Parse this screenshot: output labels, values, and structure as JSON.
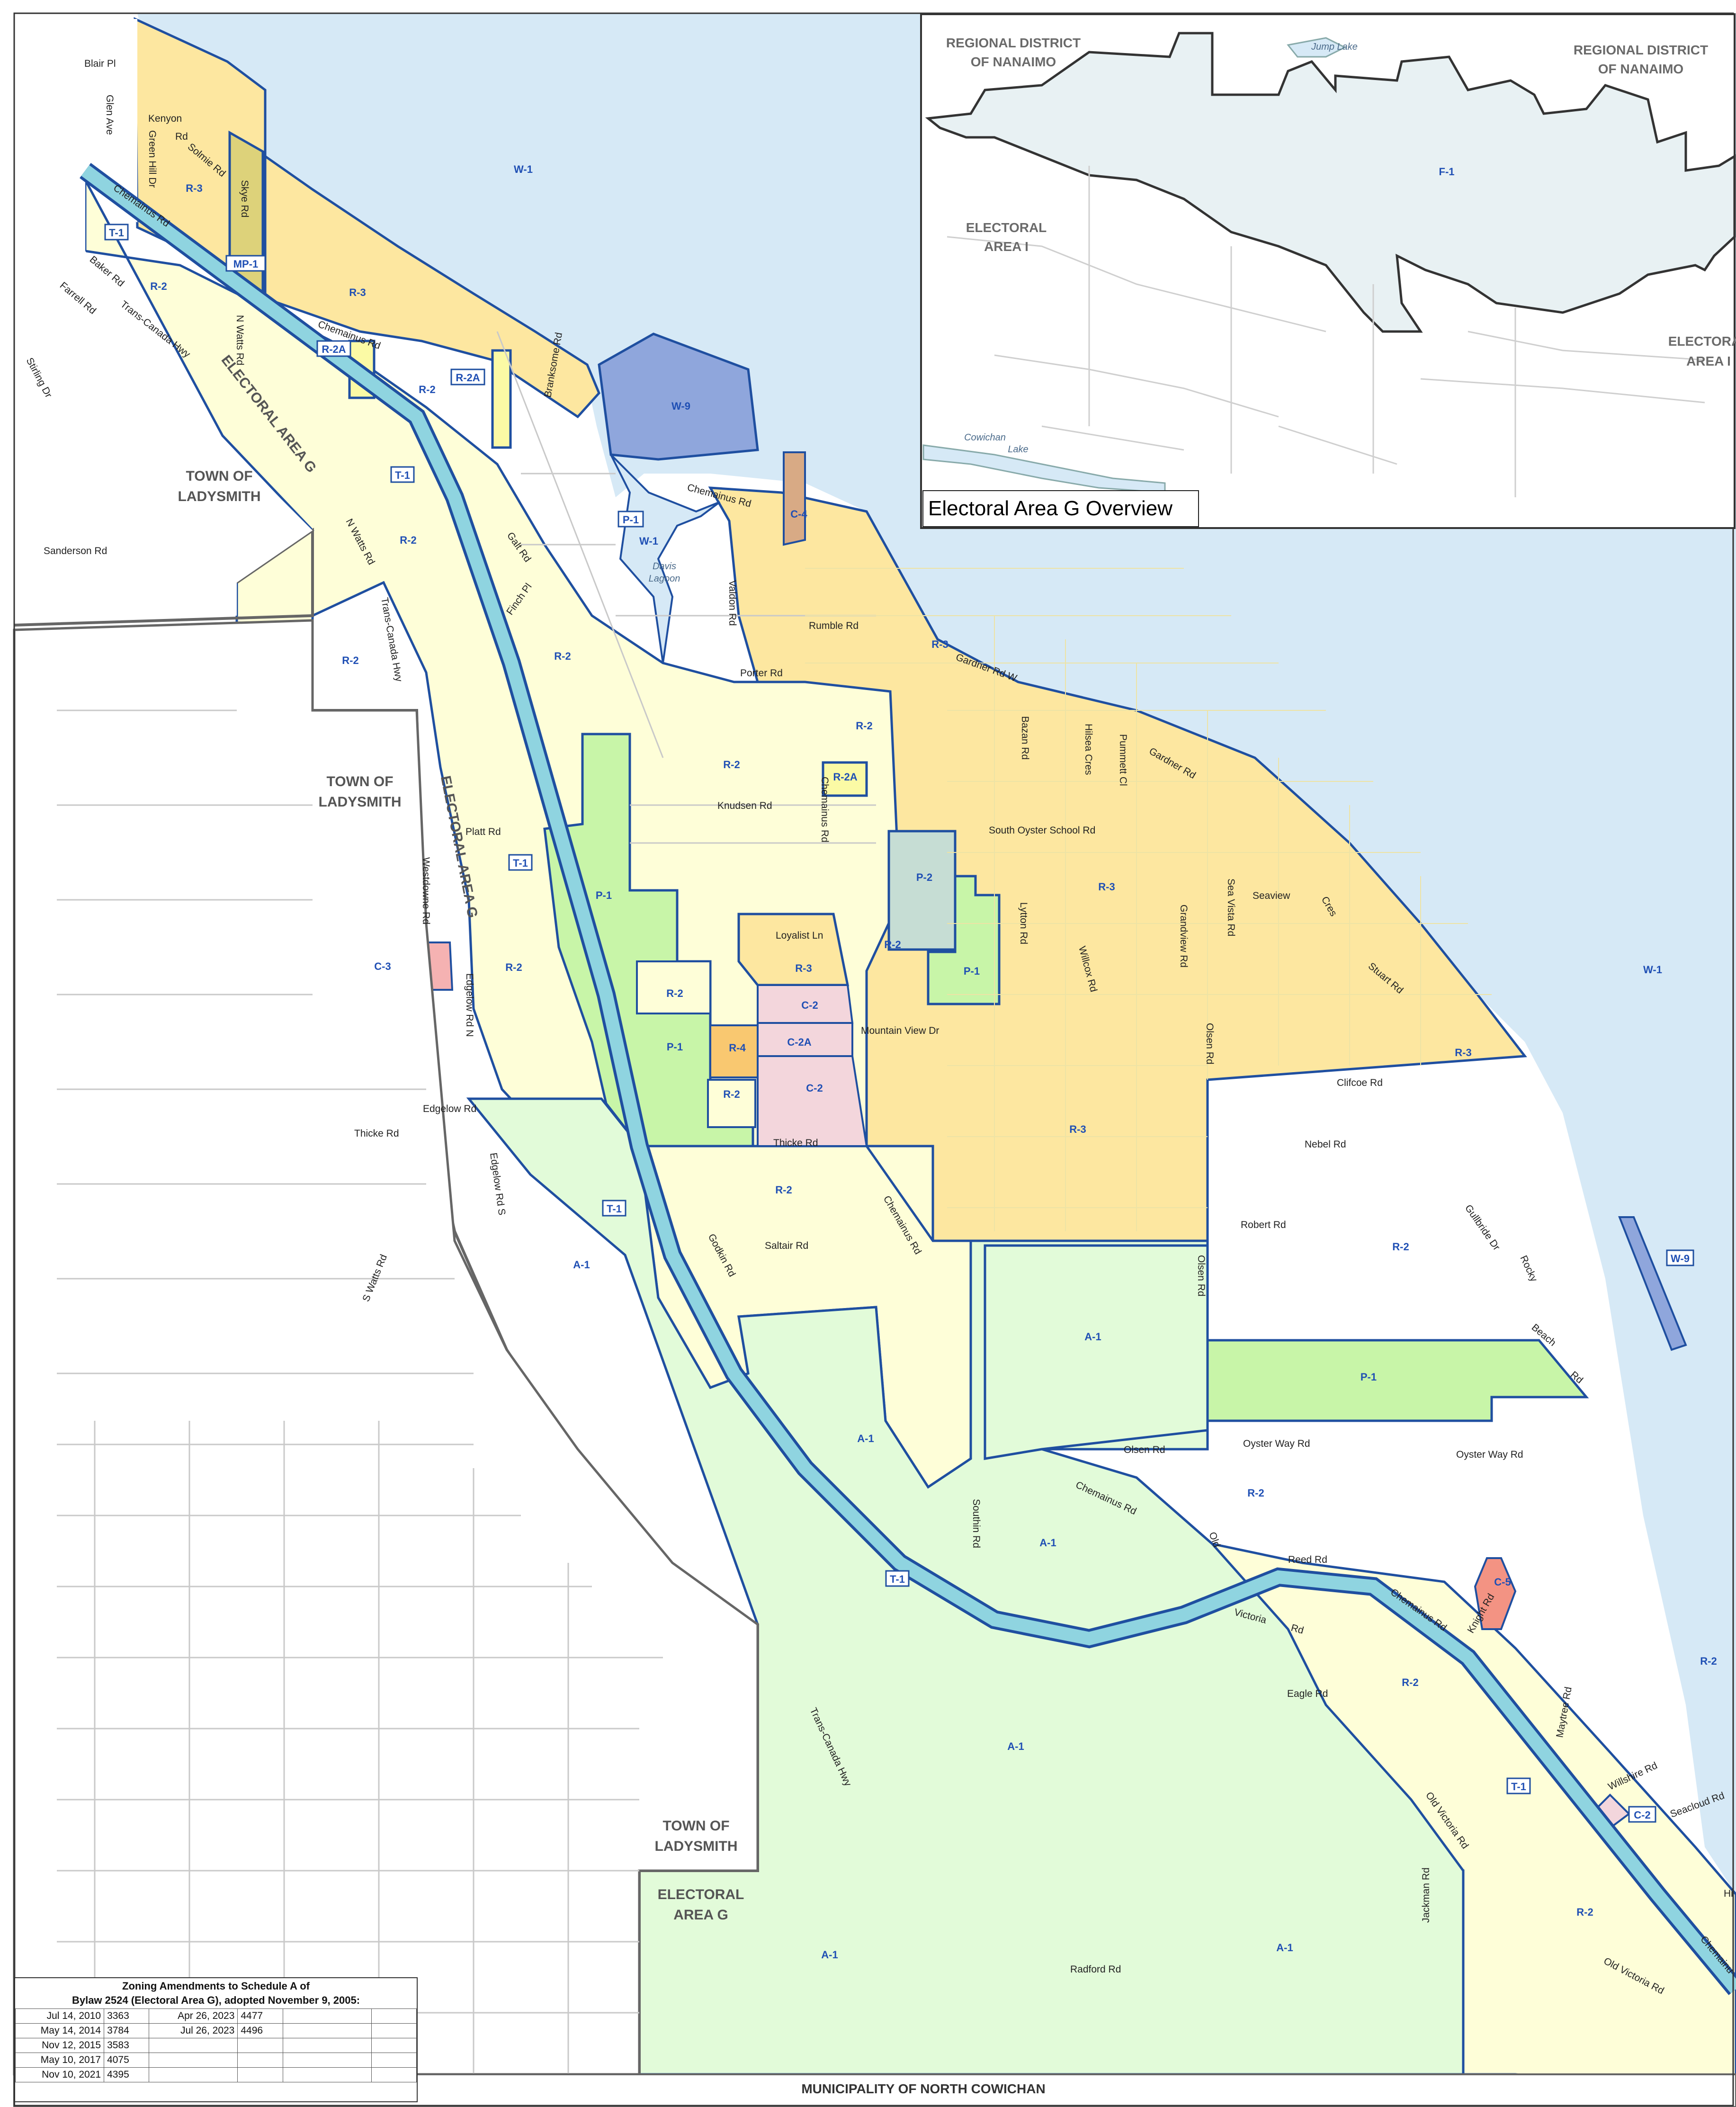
{
  "map": {
    "zones": {
      "W1": "W-1",
      "W9": "W-9",
      "R2": "R-2",
      "R3": "R-3",
      "R2A": "R-2A",
      "R4": "R-4",
      "MP1": "MP-1",
      "T1": "T-1",
      "P1": "P-1",
      "P2": "P-2",
      "A1": "A-1",
      "C2": "C-2",
      "C2A": "C-2A",
      "C3": "C-3",
      "C4": "C-4",
      "C5": "C-5",
      "F1": "F-1"
    },
    "areas": {
      "ladysmith1a": "TOWN OF",
      "ladysmith1b": "LADYSMITH",
      "ladysmith2a": "TOWN OF",
      "ladysmith2b": "LADYSMITH",
      "ladysmith3a": "TOWN OF",
      "ladysmith3b": "LADYSMITH",
      "eag_a": "ELECTORAL",
      "eag_b": "AREA G",
      "ea_g_diag1": "ELECTORAL AREA G",
      "ea_g_diag2": "ELECTORAL AREA G",
      "north_cowichan": "MUNICIPALITY OF NORTH COWICHAN"
    },
    "roads": {
      "blair": "Blair Pl",
      "glen": "Glen Ave",
      "kenyon": "Kenyon",
      "kenyon_rd": "Rd",
      "greenhill": "Green Hill Dr",
      "solmie": "Solmie Rd",
      "skye": "Skye Rd",
      "chem1": "Chemainus Rd",
      "chem2": "Chemainus Rd",
      "chem3": "Chemainus Rd",
      "chem4": "Chemainus Rd",
      "chem5": "Chemainus Rd",
      "chem6": "Chemainus Rd",
      "chem7": "Chemainus Rd",
      "chem8": "Chemainus Rd",
      "baker": "Baker Rd",
      "farrell": "Farrell Rd",
      "tch1": "Trans-Canada Hwy",
      "tch2": "Trans-Canada Hwy",
      "tch3": "Trans-Canada Hwy",
      "stirling": "Stirling Dr",
      "nwatts": "N Watts Rd",
      "nwatts2": "N Watts Rd",
      "sanderson": "Sanderson Rd",
      "branksome": "Branksome Rd",
      "galt": "Galt Rd",
      "finch": "Finch Pl",
      "valdon": "Valdon Rd",
      "rumble": "Rumble Rd",
      "porter": "Porter Rd",
      "gardnerw": "Gardner Rd W",
      "gardner": "Gardner Rd",
      "bazan": "Bazan Rd",
      "hilsea": "Hilsea Cres",
      "pummett": "Pummett Cl",
      "knudsen": "Knudsen Rd",
      "soyster": "South Oyster School Rd",
      "platt": "Platt Rd",
      "westdowne": "Westdowne Rd",
      "edgelown": "Edgelow Rd N",
      "edgelow": "Edgelow Rd",
      "edgelows": "Edgelow Rd S",
      "loyalist": "Loyalist Ln",
      "mountainview": "Mountain View Dr",
      "lytton": "Lytton Rd",
      "willcox": "Willcox Rd",
      "grandview": "Grandview Rd",
      "seavista": "Sea Vista Rd",
      "seaview": "Seaview",
      "cres": "Cres",
      "stuart": "Stuart Rd",
      "olsen": "Olsen Rd",
      "olsen2": "Olsen Rd",
      "olsen3": "Olsen Rd",
      "clifcoe": "Clifcoe Rd",
      "nebel": "Nebel Rd",
      "thicke": "Thicke Rd",
      "thicke2": "Thicke Rd",
      "robert": "Robert Rd",
      "gullbride": "Gullbride Dr",
      "rocky": "Rocky",
      "beach": "Beach",
      "beachrd": "Rd",
      "saltair": "Saltair Rd",
      "godkin": "Godkin Rd",
      "swatts": "S Watts Rd",
      "oysterway": "Oyster Way Rd",
      "oysterway2": "Oyster Way Rd",
      "southin": "Southin Rd",
      "reed": "Reed Rd",
      "oldvic1": "Old",
      "oldvic2": "Victoria",
      "oldvic3": "Rd",
      "knight": "Knight Rd",
      "eagle": "Eagle Rd",
      "maytree": "Maytree Rd",
      "willshire": "Willshire Rd",
      "seacloud": "Seacloud Rd",
      "oldvic4": "Old Victoria Rd",
      "oldvic5": "Old Victoria Rd",
      "jackman": "Jackman Rd",
      "radford": "Radford Rd",
      "hi": "Hi",
      "chemainu": "Chemainu"
    },
    "water": {
      "davis1": "Davis",
      "davis2": "Lagoon"
    },
    "colors": {
      "water": "#dbeaf5",
      "sea": "#d6e9f6",
      "r2": "#fefed8",
      "r3": "#fde7a0",
      "a1": "#e2fbd9",
      "p1": "#c8f5a8",
      "p2": "#c6ddd4",
      "w9": "#8fa6dc",
      "c": "#f5a9a9",
      "c2": "#f3d6dc",
      "r4": "#f9c870",
      "t1": "#8fd4e0",
      "boundary": "#1f4fa0"
    }
  },
  "inset": {
    "title": "Electoral Area G Overview",
    "rdn1a": "REGIONAL DISTRICT",
    "rdn1b": "OF NANAIMO",
    "rdn2a": "REGIONAL DISTRICT",
    "rdn2b": "OF NANAIMO",
    "eai1a": "ELECTORAL",
    "eai1b": "AREA I",
    "eai2a": "ELECTORAL",
    "eai2b": "AREA I",
    "jump": "Jump Lake",
    "cow1": "Cowichan",
    "cow2": "Lake"
  },
  "amendments": {
    "title1": "Zoning Amendments to Schedule A of",
    "title2": "Bylaw 2524 (Electoral Area G), adopted November 9, 2005:",
    "rows": [
      [
        "Jul 14, 2010",
        "3363",
        "Apr 26, 2023",
        "4477",
        "",
        ""
      ],
      [
        "May 14, 2014",
        "3784",
        "Jul 26, 2023",
        "4496",
        "",
        ""
      ],
      [
        "Nov 12, 2015",
        "3583",
        "",
        "",
        "",
        ""
      ],
      [
        "May 10, 2017",
        "4075",
        "",
        "",
        "",
        ""
      ],
      [
        "Nov 10, 2021",
        "4395",
        "",
        "",
        "",
        ""
      ]
    ]
  }
}
